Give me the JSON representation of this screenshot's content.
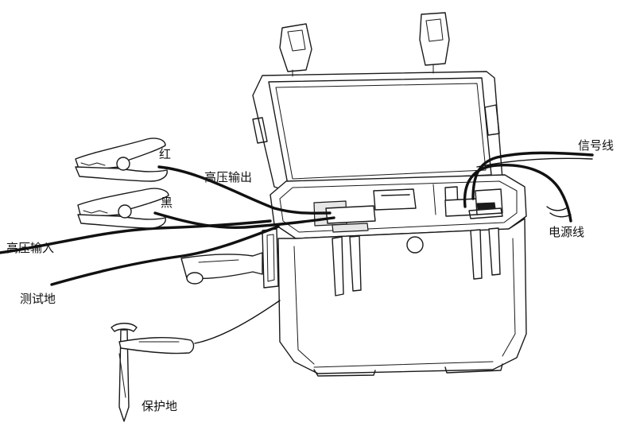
{
  "labels": {
    "red": "红",
    "hv_output": "高压输出",
    "black": "黑",
    "hv_input": "高压输入",
    "test_ground": "测试地",
    "protective_ground": "保护地",
    "signal_cable": "信号线",
    "power_cable": "电源线"
  }
}
